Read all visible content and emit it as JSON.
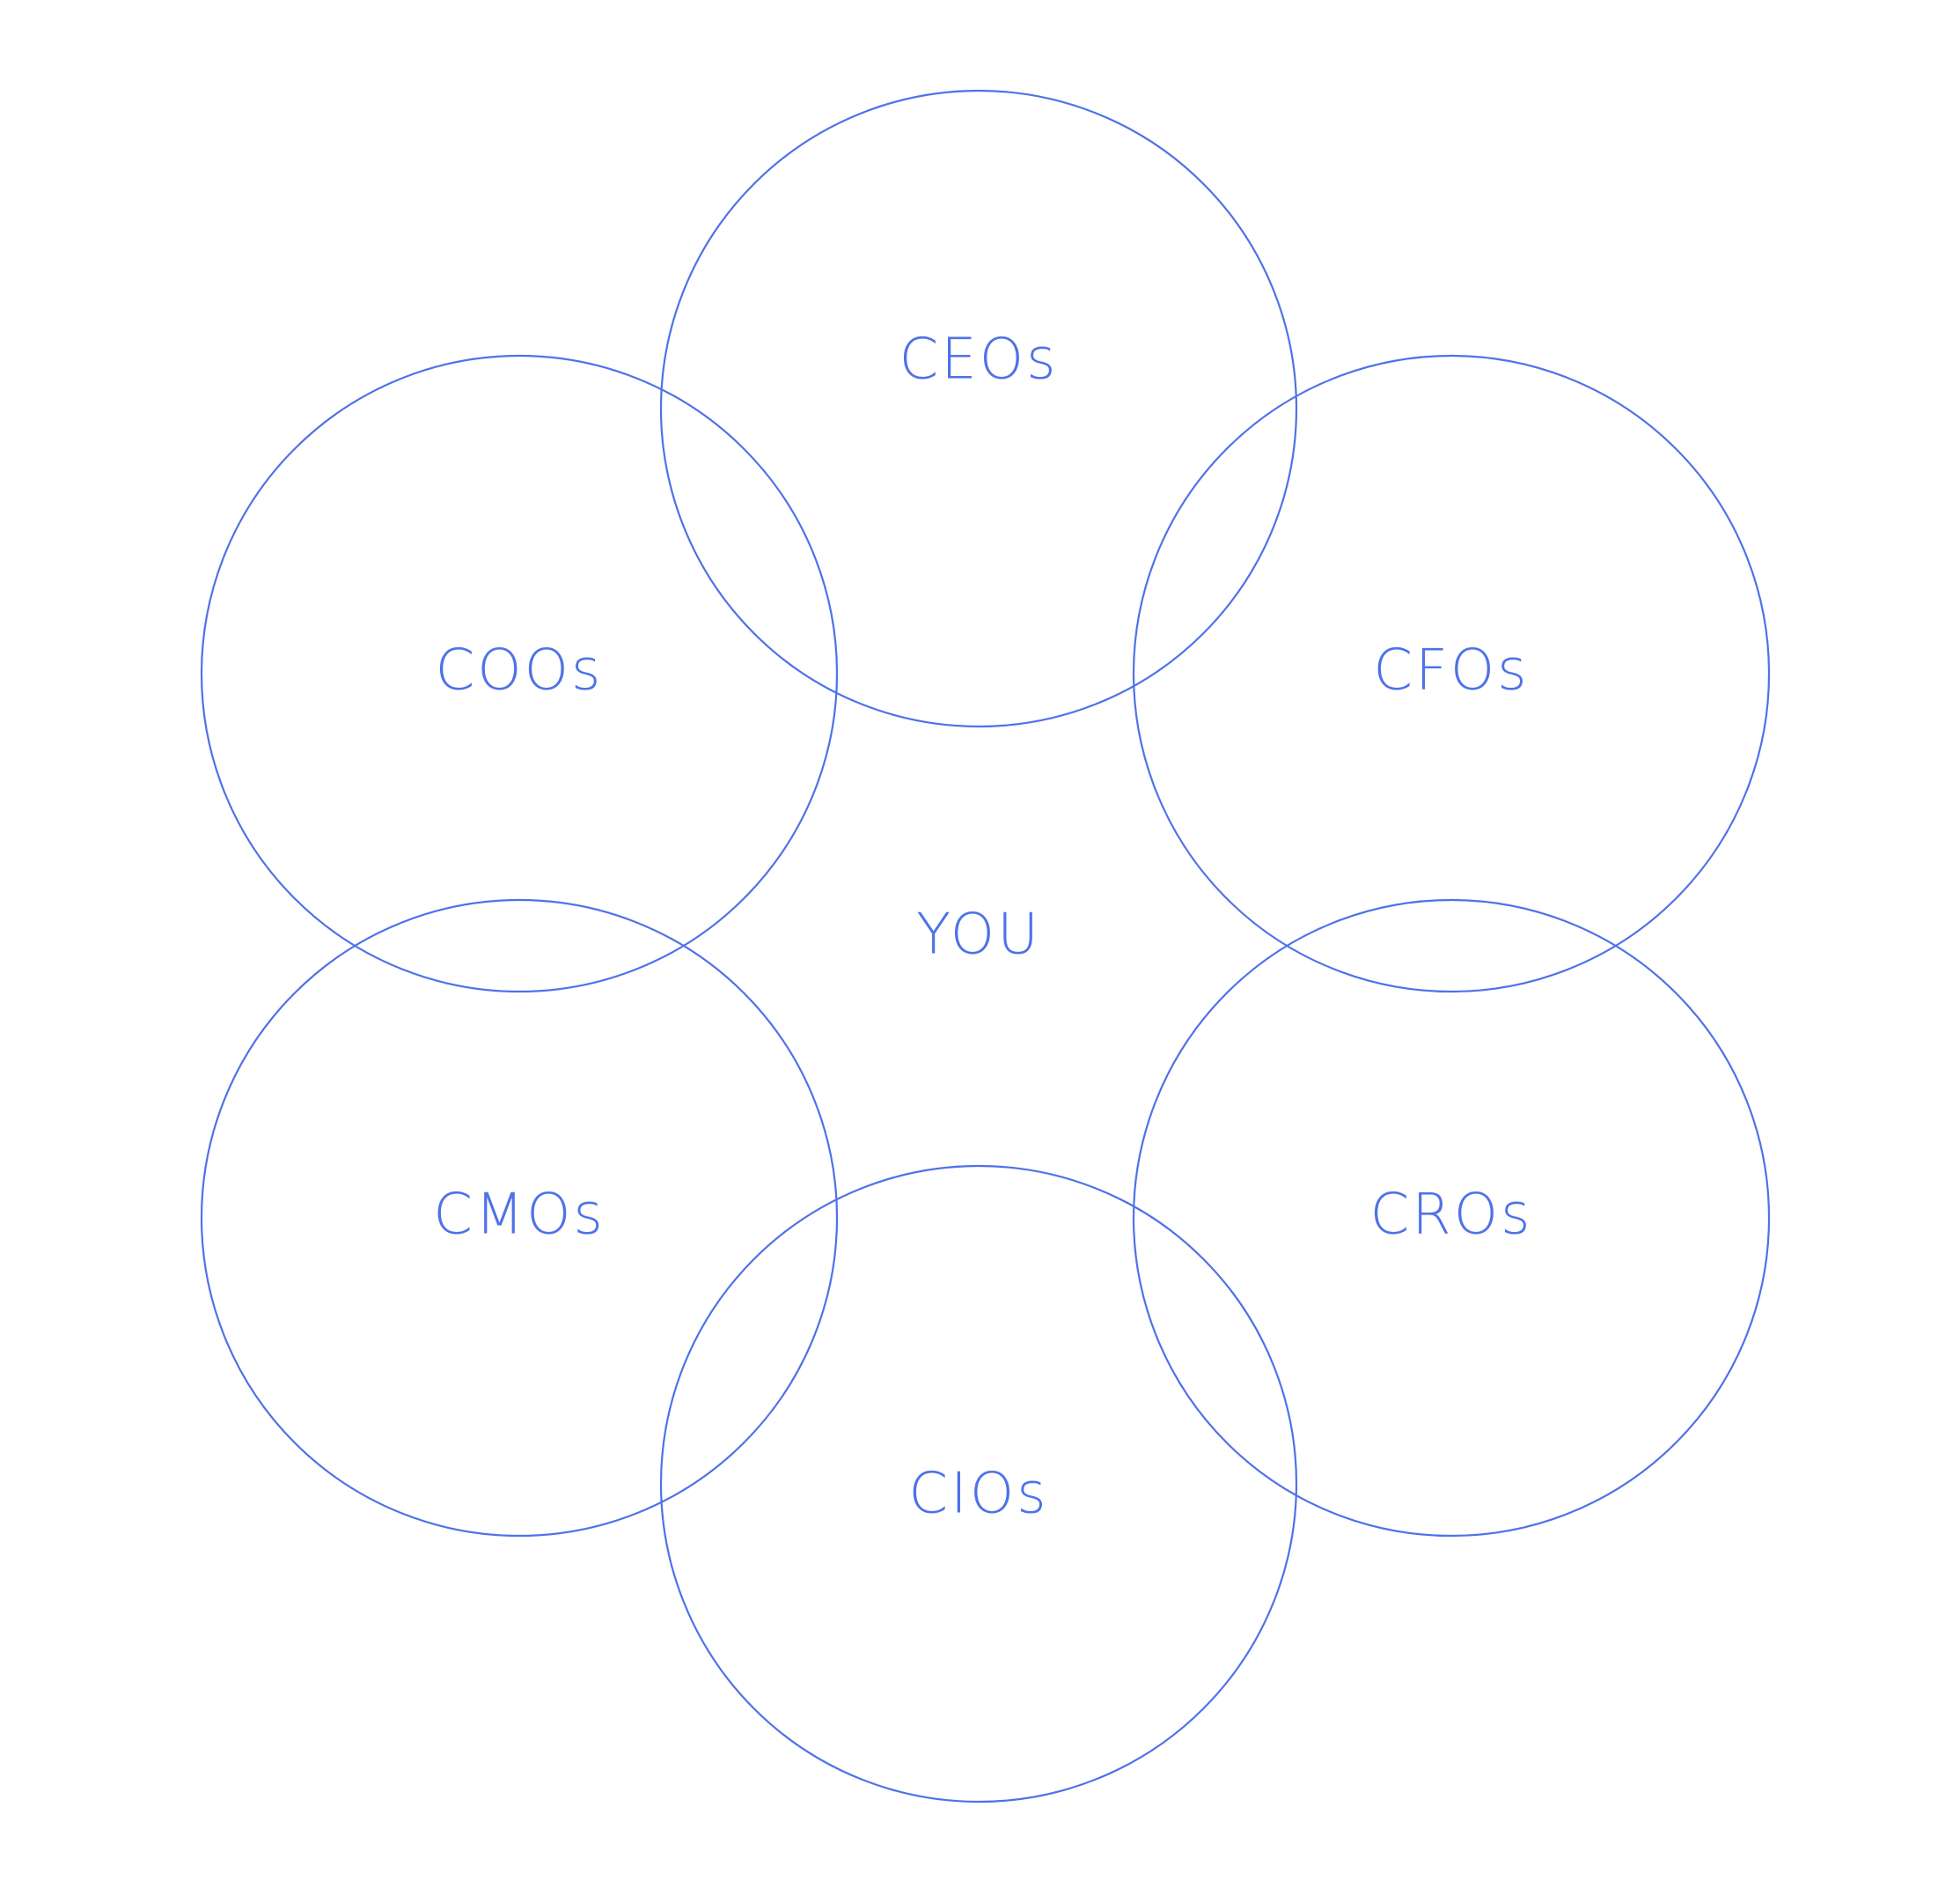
{
  "colors": {
    "background": "#ffffff",
    "accent": "#4e72e8"
  },
  "center": {
    "label": "YOU"
  },
  "nodes": [
    {
      "id": "ceo",
      "label": "CEOs"
    },
    {
      "id": "coo",
      "label": "COOs"
    },
    {
      "id": "cfo",
      "label": "CFOs"
    },
    {
      "id": "cmo",
      "label": "CMOs"
    },
    {
      "id": "cro",
      "label": "CROs"
    },
    {
      "id": "cio",
      "label": "CIOs"
    }
  ]
}
